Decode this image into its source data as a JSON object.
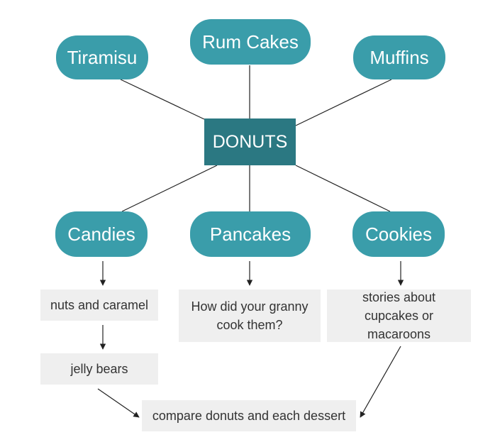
{
  "center": {
    "label": "DONUTS"
  },
  "top_nodes": [
    {
      "label": "Tiramisu"
    },
    {
      "label": "Rum Cakes"
    },
    {
      "label": "Muffins"
    }
  ],
  "bottom_nodes": [
    {
      "label": "Candies"
    },
    {
      "label": "Pancakes"
    },
    {
      "label": "Cookies"
    }
  ],
  "notes": {
    "nuts": "nuts and caramel",
    "jelly": "jelly bears",
    "granny_line1": "How did your granny",
    "granny_line2": "cook them?",
    "stories_line1": "stories about",
    "stories_line2": "cupcakes or macaroons",
    "compare": "compare donuts and each dessert"
  },
  "colors": {
    "node_fill": "#3a9daa",
    "center_fill": "#2b7882",
    "note_fill": "#efefef",
    "line": "#222222"
  }
}
